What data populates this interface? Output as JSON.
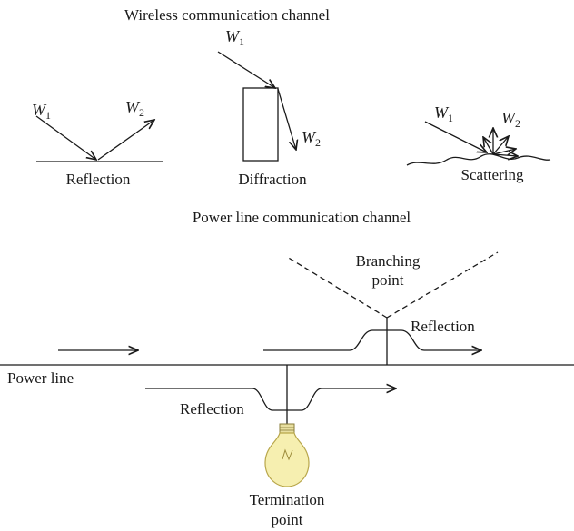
{
  "wireless": {
    "title": "Wireless communication channel",
    "reflection": {
      "label": "Reflection",
      "w_in": "W",
      "w_in_sub": "1",
      "w_out": "W",
      "w_out_sub": "2"
    },
    "diffraction": {
      "label": "Diffraction",
      "w_in": "W",
      "w_in_sub": "1",
      "w_out": "W",
      "w_out_sub": "2"
    },
    "scattering": {
      "label": "Scattering",
      "w_in": "W",
      "w_in_sub": "1",
      "w_out": "W",
      "w_out_sub": "2"
    }
  },
  "plc": {
    "title": "Power line communication channel",
    "branch_line1": "Branching",
    "branch_line2": "point",
    "reflection_right": "Reflection",
    "power_line": "Power line",
    "reflection_left": "Reflection",
    "termination_line1": "Termination",
    "termination_line2": "point"
  },
  "colors": {
    "bulb": "#f6efb0",
    "bulb_edge": "#b8a64a",
    "ink": "#1a1a1a"
  }
}
